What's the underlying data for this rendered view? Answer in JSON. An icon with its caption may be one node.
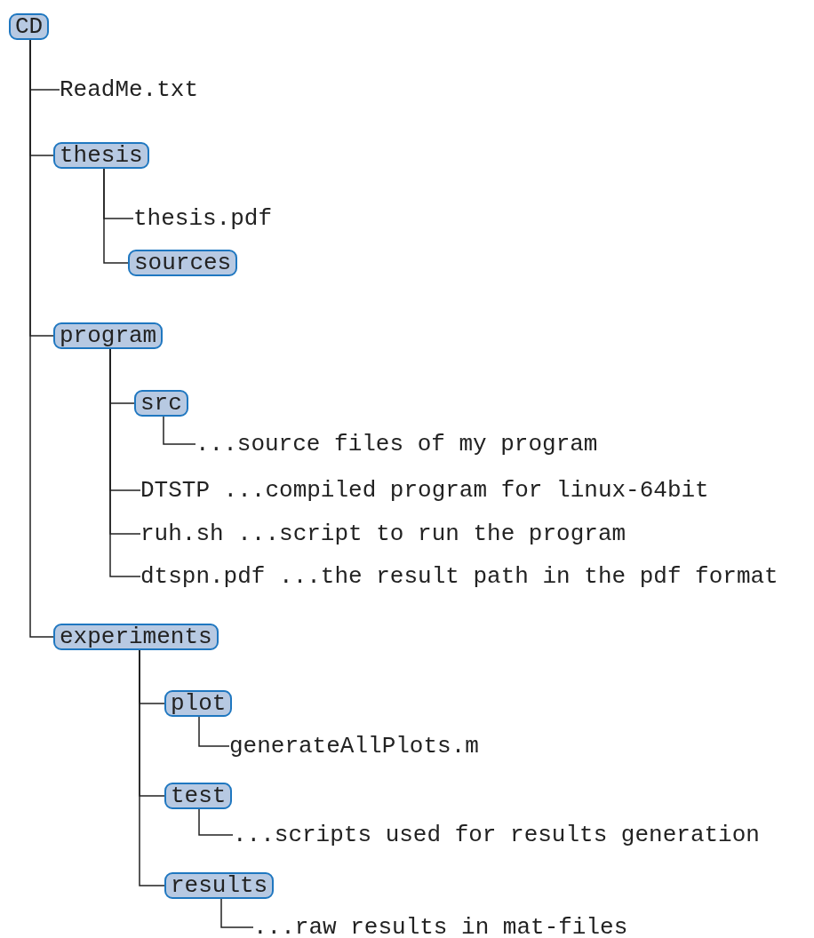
{
  "diagram": {
    "nodes": [
      {
        "text": [
          "CD"
        ]
      },
      {
        "text": [
          "ReadMe.txt"
        ]
      },
      {
        "text": [
          "thesis"
        ]
      },
      {
        "text": [
          "thesis.pdf"
        ]
      },
      {
        "text": [
          "sources"
        ]
      },
      {
        "text": [
          "program"
        ]
      },
      {
        "text": [
          "src"
        ]
      },
      {
        "text": [
          "...source files of my program"
        ]
      },
      {
        "text": [
          "DTSTP ...compiled program for linux-64bit"
        ]
      },
      {
        "text": [
          "ruh.sh ...script to run the program"
        ]
      },
      {
        "text": [
          "dtspn.pdf ...the result path in the pdf format"
        ]
      },
      {
        "text": [
          "experiments"
        ]
      },
      {
        "text": [
          "plot"
        ]
      },
      {
        "text": [
          "generateAllPlots.m"
        ]
      },
      {
        "text": [
          "test"
        ]
      },
      {
        "text": [
          "...scripts used for results generation"
        ]
      },
      {
        "text": [
          "results"
        ]
      },
      {
        "text": [
          "...raw results in mat-files"
        ]
      }
    ],
    "edges": [
      {
        "from": 0,
        "to": 1,
        "arrow": "none"
      },
      {
        "from": 0,
        "to": 2,
        "arrow": "none"
      },
      {
        "from": 2,
        "to": 3,
        "arrow": "none"
      },
      {
        "from": 2,
        "to": 4,
        "arrow": "none"
      },
      {
        "from": 0,
        "to": 5,
        "arrow": "none"
      },
      {
        "from": 5,
        "to": 6,
        "arrow": "none"
      },
      {
        "from": 6,
        "to": 7,
        "arrow": "none"
      },
      {
        "from": 5,
        "to": 8,
        "arrow": "none"
      },
      {
        "from": 5,
        "to": 9,
        "arrow": "none"
      },
      {
        "from": 5,
        "to": 10,
        "arrow": "none"
      },
      {
        "from": 0,
        "to": 11,
        "arrow": "none"
      },
      {
        "from": 11,
        "to": 12,
        "arrow": "none"
      },
      {
        "from": 12,
        "to": 13,
        "arrow": "none"
      },
      {
        "from": 11,
        "to": 14,
        "arrow": "none"
      },
      {
        "from": 14,
        "to": 15,
        "arrow": "none"
      },
      {
        "from": 11,
        "to": 16,
        "arrow": "none"
      },
      {
        "from": 16,
        "to": 17,
        "arrow": "none"
      }
    ]
  }
}
